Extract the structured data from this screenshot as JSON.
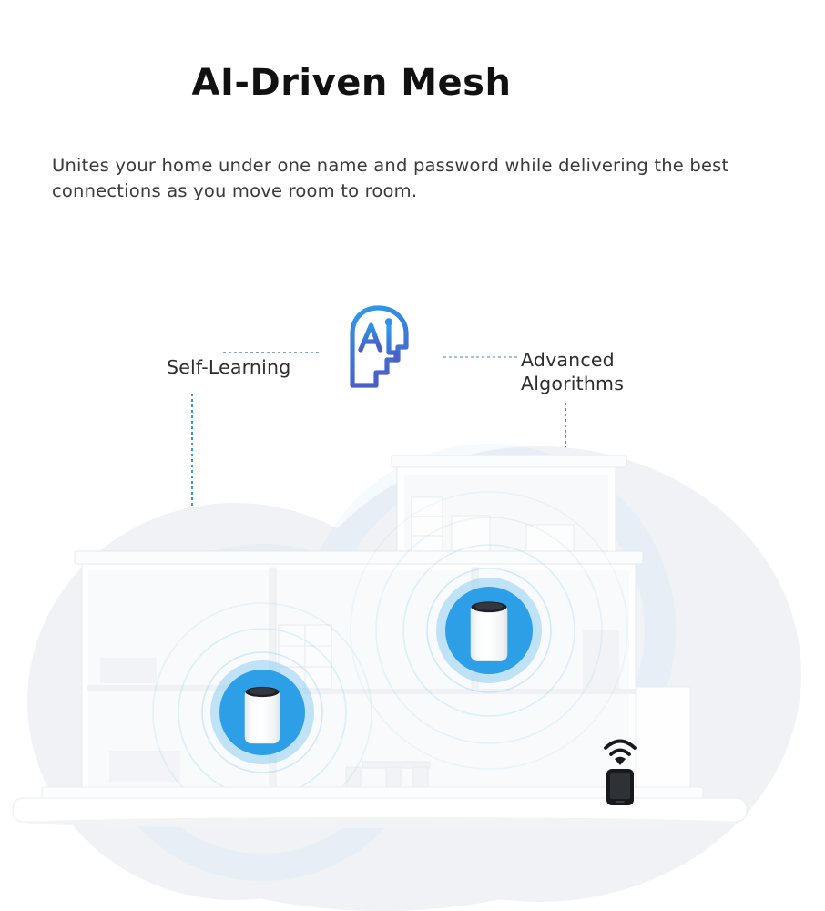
{
  "hero": {
    "title": "AI-Driven Mesh",
    "description_line1": "Unites your home under one name and password while delivering the best",
    "description_line2": "connections as you move room to room."
  },
  "features": {
    "left_label": "Self-Learning",
    "right_label": "Advanced Algorithms"
  },
  "illustration": {
    "icons": [
      "ai-head-icon",
      "wifi-signal-icon",
      "smartphone-icon"
    ],
    "router_count": 2
  },
  "colors": {
    "background": "#FFFFFF",
    "title_text": "#111111",
    "body_text": "#3A3A3A",
    "accent_blue": "#2D9FE7",
    "glow_halo": "#7DC6F0",
    "icon_gradient_top": "#2D9BE9",
    "icon_gradient_bottom": "#4A5EC6",
    "connector_blue": "#3D96CC",
    "connector_gray": "#8BA3BA",
    "device_dark": "#17191C",
    "cloud_gray": "#F0F2F5"
  }
}
